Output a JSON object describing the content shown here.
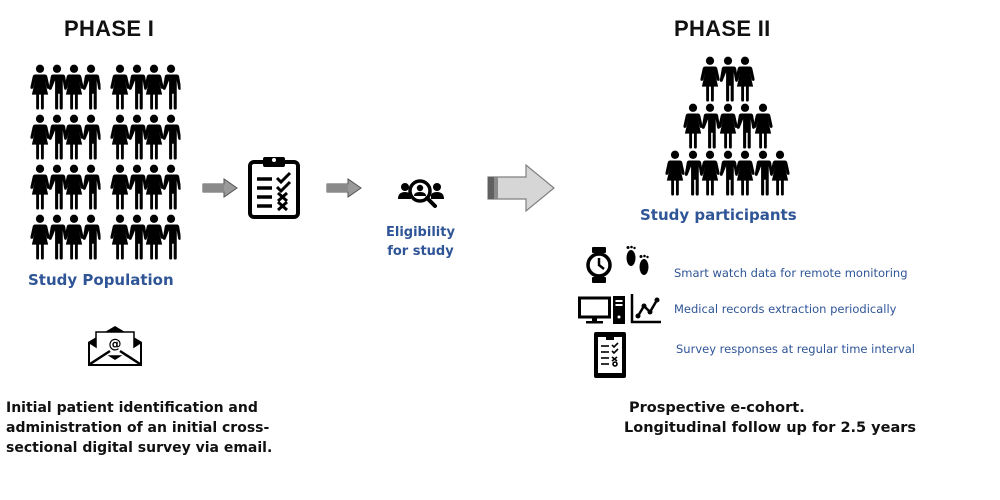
{
  "phase1": {
    "title": "PHASE I",
    "population_label": "Study Population",
    "crowd": {
      "groups": 8,
      "people_per_group": 4
    },
    "email_icon": "email-at-icon",
    "caption_lines": [
      "Initial patient identification and",
      "administration of an initial cross-",
      "sectional digital survey via email."
    ]
  },
  "flow": {
    "step_screening_icon": "clipboard-checklist-icon",
    "eligibility_icon": "people-search-icon",
    "eligibility_label_lines": [
      "Eligibility",
      "for study"
    ]
  },
  "phase2": {
    "title": "PHASE II",
    "participants_label": "Study participants",
    "pyramid_rows": [
      3,
      5,
      7
    ],
    "data_sources": [
      {
        "icons": [
          "smartwatch-icon",
          "footprints-icon"
        ],
        "label": "Smart watch data for remote monitoring"
      },
      {
        "icons": [
          "desktop-computer-icon",
          "line-chart-icon"
        ],
        "label": "Medical records extraction periodically"
      },
      {
        "icons": [
          "tablet-survey-icon"
        ],
        "label": "Survey responses at regular time interval"
      }
    ],
    "caption_lines": [
      "Prospective e-cohort.",
      "Longitudinal follow up for 2.5 years"
    ]
  },
  "colors": {
    "accent_blue": "#2f5597",
    "arrow_gray": "#bfbfbf",
    "arrow_border": "#7f7f7f"
  }
}
